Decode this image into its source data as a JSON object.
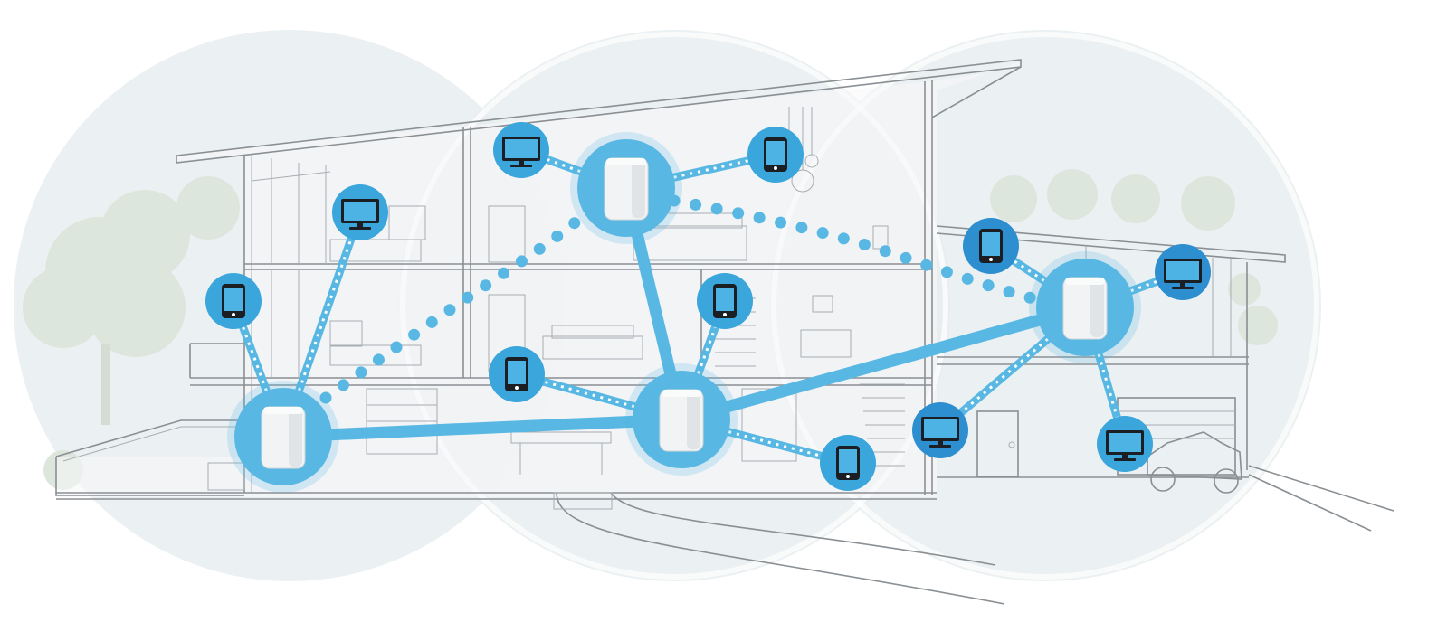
{
  "diagram": {
    "type": "mesh-wifi-network",
    "colors": {
      "link": "#58b8e3",
      "device_badge": "#3aa6dc",
      "device_badge_dark": "#2d8fd0",
      "coverage": "#e8edf0",
      "house_line": "#8a8f93"
    },
    "nodes": [
      {
        "id": "router-left",
        "kind": "mesh-router"
      },
      {
        "id": "router-top",
        "kind": "mesh-router"
      },
      {
        "id": "router-center",
        "kind": "mesh-router"
      },
      {
        "id": "router-right",
        "kind": "mesh-router"
      },
      {
        "id": "tv-top-left",
        "kind": "device",
        "icon": "tv-icon"
      },
      {
        "id": "tablet-left",
        "kind": "device",
        "icon": "tablet-icon"
      },
      {
        "id": "tv-top-center",
        "kind": "device",
        "icon": "tv-icon"
      },
      {
        "id": "tablet-top-right",
        "kind": "device",
        "icon": "tablet-icon"
      },
      {
        "id": "tablet-mid-center",
        "kind": "device",
        "icon": "tablet-icon"
      },
      {
        "id": "tablet-ground-left",
        "kind": "device",
        "icon": "tablet-icon"
      },
      {
        "id": "tablet-ground-right",
        "kind": "device",
        "icon": "tablet-icon"
      },
      {
        "id": "tablet-garage-top",
        "kind": "device",
        "icon": "tablet-icon"
      },
      {
        "id": "tv-far-right",
        "kind": "device",
        "icon": "tv-icon"
      },
      {
        "id": "tv-garage-left",
        "kind": "device",
        "icon": "tv-icon"
      },
      {
        "id": "tv-garage-right",
        "kind": "device",
        "icon": "tv-icon"
      }
    ],
    "backhaul_links": [
      [
        "router-left",
        "router-center"
      ],
      [
        "router-top",
        "router-center"
      ],
      [
        "router-center",
        "router-right"
      ]
    ],
    "wireless_links": [
      [
        "router-left",
        "tv-top-left"
      ],
      [
        "router-left",
        "tablet-left"
      ],
      [
        "router-top",
        "tv-top-center"
      ],
      [
        "router-top",
        "tablet-top-right"
      ],
      [
        "router-center",
        "tablet-mid-center"
      ],
      [
        "router-center",
        "tablet-ground-left"
      ],
      [
        "router-center",
        "tablet-ground-right"
      ],
      [
        "router-right",
        "tablet-garage-top"
      ],
      [
        "router-right",
        "tv-far-right"
      ],
      [
        "router-right",
        "tv-garage-left"
      ],
      [
        "router-right",
        "tv-garage-right"
      ]
    ],
    "mesh_paths": [
      [
        "router-left",
        "router-top"
      ],
      [
        "router-top",
        "router-right"
      ]
    ]
  }
}
